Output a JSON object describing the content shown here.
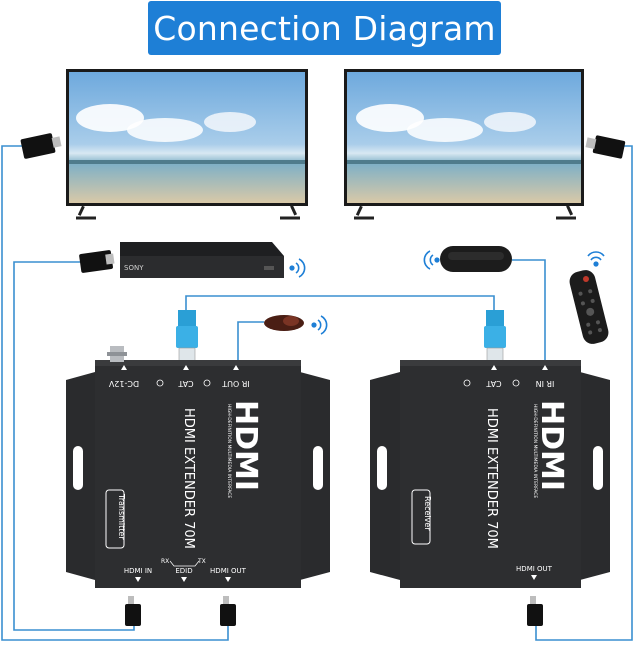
{
  "header": {
    "title": "Connection Diagram"
  },
  "colors": {
    "title_bg": "#1e7fd6",
    "wire": "#3a8fd0",
    "device": "#2d2e30",
    "text_on_device": "#ffffff"
  },
  "player": {
    "brand": "SONY"
  },
  "transmitter": {
    "top_ports": {
      "dc": "DC-12V",
      "cat": "CAT",
      "ir": "IR OUT"
    },
    "logo": "HDMI",
    "logo_sub": "HIGH-DEFINITION MULTIMEDIA INTERFACE",
    "model": "HDMI EXTENDER 70M",
    "role": "Transmitter",
    "bottom_ports": {
      "hdmi_in": "HDMI IN",
      "edid": "EDID",
      "hdmi_out": "HDMI OUT",
      "rx": "RX",
      "tx": "TX"
    }
  },
  "receiver": {
    "top_ports": {
      "cat": "CAT",
      "ir": "IR IN"
    },
    "logo": "HDMI",
    "logo_sub": "HIGH-DEFINITION MULTIMEDIA INTERFACE",
    "model": "HDMI EXTENDER 70M",
    "role": "Receiver",
    "bottom_ports": {
      "hdmi_out": "HDMI OUT"
    }
  },
  "icons": [
    "tv-icon",
    "hdmi-plug-icon",
    "bluray-player-icon",
    "ir-wave-icon",
    "ir-emitter-icon",
    "ir-receiver-icon",
    "remote-control-icon",
    "rj45-plug-icon"
  ]
}
